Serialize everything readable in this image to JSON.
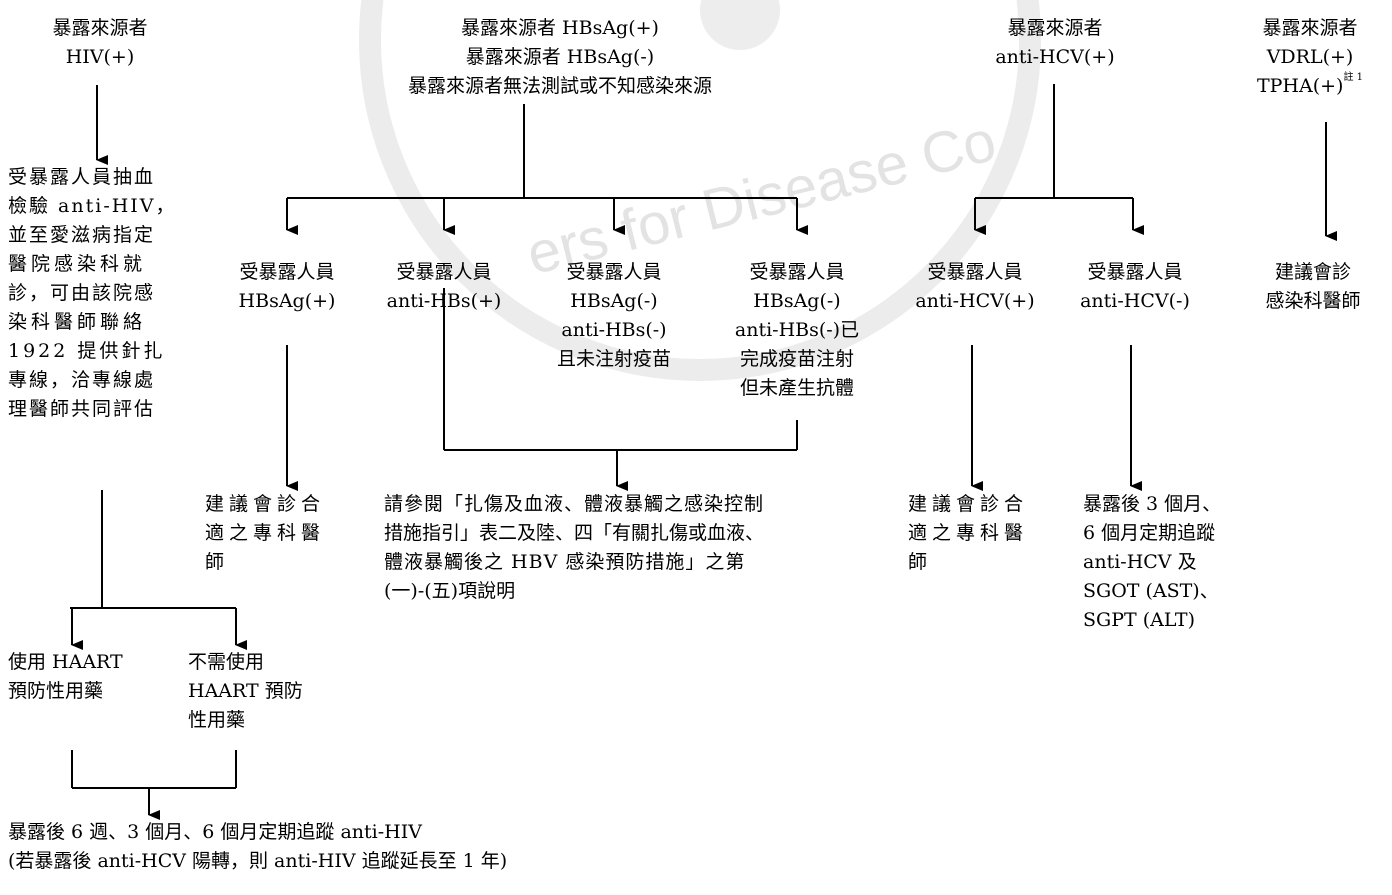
{
  "sources": {
    "hiv": {
      "line1": "暴露來源者",
      "line2": "HIV(+)"
    },
    "hbv": {
      "line1": "暴露來源者 HBsAg(+)",
      "line2": "暴露來源者 HBsAg(-)",
      "line3": "暴露來源者無法測試或不知感染來源"
    },
    "hcv": {
      "line1": "暴露來源者",
      "line2": "anti-HCV(+)"
    },
    "syphilis": {
      "line1": "暴露來源者",
      "line2": "VDRL(+)",
      "line3": "TPHA(+)",
      "note": "註 1"
    }
  },
  "hiv_branch": {
    "action": [
      "受暴露人員抽血",
      "檢驗 anti-HIV，",
      "並至愛滋病指定",
      "醫院感染科就",
      "診，可由該院感",
      "染科醫師聯絡",
      "1922 提供針扎",
      "專線，洽專線處",
      "理醫師共同評估"
    ],
    "use_haart": [
      "使用 HAART",
      "預防性用藥"
    ],
    "no_haart": [
      "不需使用",
      "HAART 預防",
      "性用藥"
    ],
    "followup": [
      "暴露後 6 週、3 個月、6 個月定期追蹤 anti-HIV",
      "(若暴露後 anti-HCV 陽轉，則 anti-HIV 追蹤延長至 1 年)"
    ]
  },
  "hbv_branch": {
    "case1": [
      "受暴露人員",
      "HBsAg(+)"
    ],
    "case2": [
      "受暴露人員",
      "anti-HBs(+)"
    ],
    "case3": [
      "受暴露人員",
      "HBsAg(-)",
      "anti-HBs(-)",
      "且未注射疫苗"
    ],
    "case4": [
      "受暴露人員",
      "HBsAg(-)",
      "anti-HBs(-)已",
      "完成疫苗注射",
      "但未產生抗體"
    ],
    "case1_result": [
      "建議會診合",
      "適之專科醫",
      "師"
    ],
    "group_result": [
      "請參閱「扎傷及血液、體液暴觸之感染控制",
      "措施指引」表二及陸、四「有關扎傷或血液、",
      "體液暴觸後之 HBV 感染預防措施」之第",
      "(一)-(五)項說明"
    ]
  },
  "hcv_branch": {
    "positive": [
      "受暴露人員",
      "anti-HCV(+)"
    ],
    "negative": [
      "受暴露人員",
      "anti-HCV(-)"
    ],
    "positive_result": [
      "建議會診合",
      "適之專科醫",
      "師"
    ],
    "negative_result": [
      "暴露後 3 個月、",
      "6 個月定期追蹤",
      "anti-HCV 及",
      "SGOT (AST)、",
      "SGPT (ALT)"
    ]
  },
  "syphilis_branch": {
    "result": [
      "建議會診",
      "感染科醫師"
    ]
  },
  "colors": {
    "line": "#000000",
    "watermark": "#e6e6e6"
  }
}
